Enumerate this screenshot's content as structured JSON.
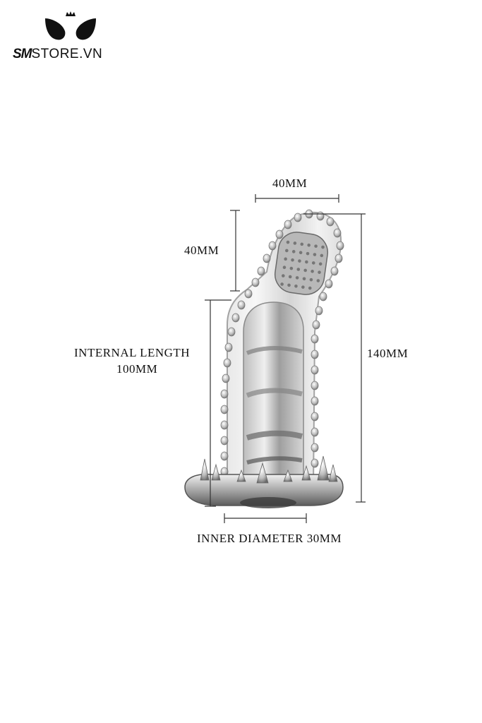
{
  "brand": {
    "logo_icon": "crown-cat-ears-icon",
    "name_bold": "SM",
    "name_rest": "STORE.VN"
  },
  "dimensions": {
    "top_width": "40MM",
    "tip_length": "40MM",
    "internal_length_line1": "INTERNAL LENGTH",
    "internal_length_line2": "100MM",
    "total_length": "140MM",
    "inner_diameter": "INNER DIAMETER 30MM"
  },
  "colors": {
    "background": "#ffffff",
    "text": "#111111",
    "product": "#c8c8c8"
  }
}
